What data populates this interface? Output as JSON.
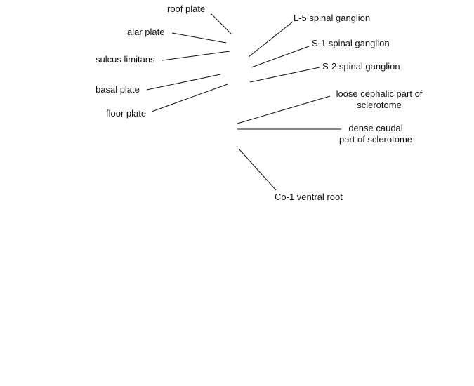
{
  "labels": {
    "roof_plate": "roof plate",
    "alar_plate": "alar plate",
    "sulcus_limitans": "sulcus limitans",
    "basal_plate": "basal plate",
    "floor_plate": "floor plate",
    "l5_spinal_ganglion": "L-5 spinal ganglion",
    "s1_spinal_ganglion": "S-1 spinal ganglion",
    "s2_spinal_ganglion": "S-2 spinal ganglion",
    "loose_cephalic_line1": "loose cephalic part of",
    "loose_cephalic_line2": "sclerotome",
    "dense_caudal_line1": "dense caudal",
    "dense_caudal_line2": "part of sclerotome",
    "co1_ventral_root": "Co-1 ventral root"
  },
  "colors": {
    "ink": "#111111",
    "background": "#ffffff"
  }
}
